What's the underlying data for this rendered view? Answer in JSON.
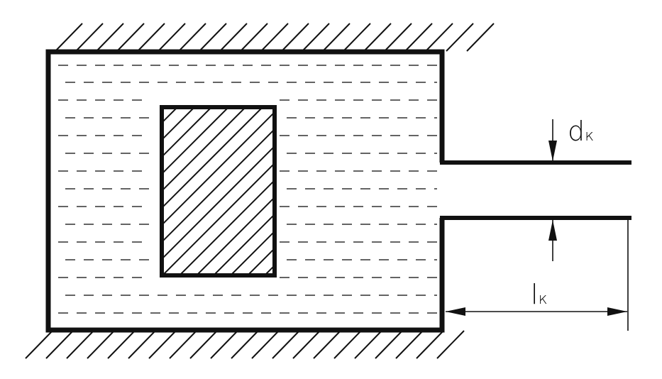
{
  "labels": {
    "d_main": "d",
    "d_sub": "к",
    "l_main": "l",
    "l_sub": "к"
  },
  "colors": {
    "ink": "#111111",
    "background": "#ffffff"
  }
}
